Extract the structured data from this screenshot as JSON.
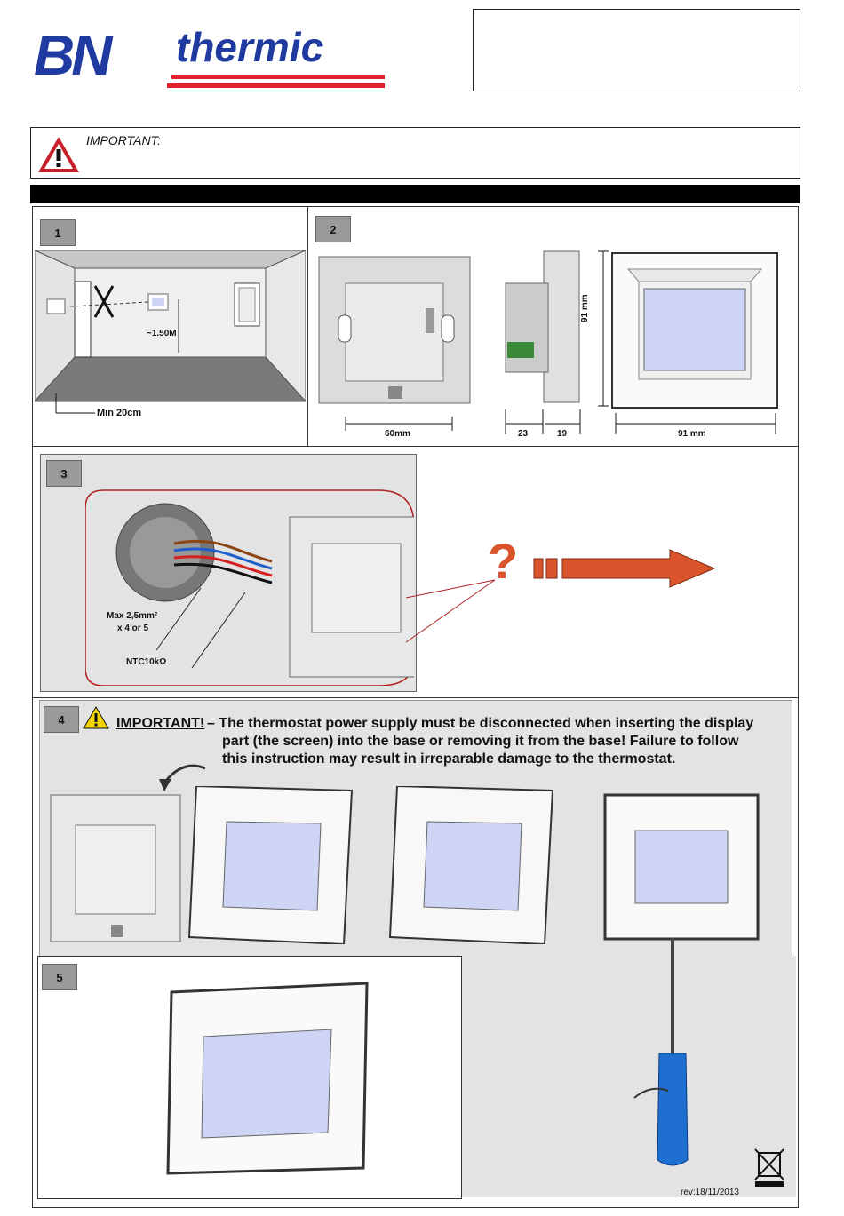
{
  "logo": {
    "bn": "BN",
    "thermic": "thermic"
  },
  "warning": {
    "label": "IMPORTANT:"
  },
  "steps": [
    "1",
    "2",
    "3",
    "4",
    "5"
  ],
  "step1": {
    "height_label": "~1.50M",
    "min_label": "Min 20cm"
  },
  "step2": {
    "width_60": "60mm",
    "height_91": "91 mm",
    "depth_23": "23",
    "depth_19": "19",
    "width_91": "91 mm"
  },
  "step3": {
    "wire_label_1": "Max 2,5mm²",
    "wire_label_2": "x 4 or 5",
    "sensor_label": "NTC10kΩ"
  },
  "step4": {
    "important": "IMPORTANT!",
    "line1": "– The thermostat power supply must be disconnected when inserting the display",
    "line2": "part (the screen) into the base or removing it from the base! Failure to follow",
    "line3": "this instruction may result in irreparable damage to the thermostat."
  },
  "footer": {
    "revision": "rev:18/11/2013"
  },
  "icons": [
    "warning-triangle-icon",
    "question-mark-icon",
    "arrow-right-icon",
    "rotate-arrow-icon",
    "screwdriver-icon",
    "recycle-bin-icon"
  ],
  "colors": {
    "brand_blue": "#1f3aa0",
    "brand_red": "#e0202a",
    "arrow_orange": "#d9542a",
    "screen": "#cdd4f4"
  }
}
